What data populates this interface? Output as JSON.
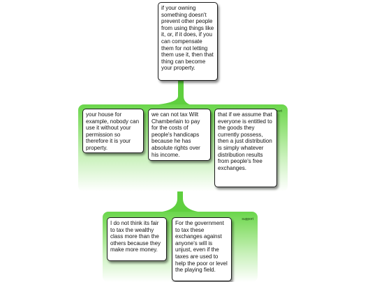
{
  "root": {
    "text": "if your owning something doesn't prevent other people from using things like it, or, if it does, if you can compensate them for not letting them use it, then that thing can become your property."
  },
  "group1": {
    "label": "support",
    "nodes": [
      {
        "text": "your house for example, nobody can use it without your permission so therefore it is your property."
      },
      {
        "text": "we can not tax Wilt Chamberlain to pay for the costs of people's handicaps because he has absolute rights over his income."
      },
      {
        "text": "that if we assume that everyone is entitled to the goods they currently possess, then a just distribution is simply whatever distribution results from people's free exchanges."
      }
    ]
  },
  "group2": {
    "label": "support",
    "nodes": [
      {
        "text": "I do not think its fair to tax the wealthy class more than the others because they make more money."
      },
      {
        "text": "For the government to tax these exchanges against anyone's will is unjust, even if the taxes are used to help the poor or level the playing field."
      }
    ]
  },
  "colors": {
    "group_green": "#6ad64b",
    "border": "#1a1a1a"
  }
}
